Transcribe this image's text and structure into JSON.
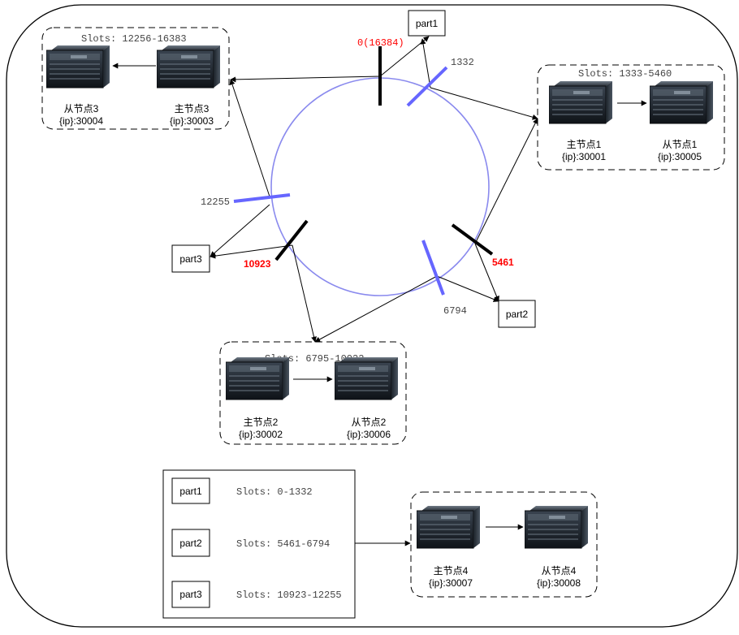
{
  "ring": {
    "boundaries": [
      {
        "id": "b0",
        "label": "0(16384)",
        "color": "#000000",
        "label_color": "#ff0000"
      },
      {
        "id": "b1332",
        "label": "1332",
        "color": "#6666ff",
        "label_color": "#444444"
      },
      {
        "id": "b5461",
        "label": "5461",
        "color": "#000000",
        "label_color": "#ff0000"
      },
      {
        "id": "b6794",
        "label": "6794",
        "color": "#6666ff",
        "label_color": "#444444"
      },
      {
        "id": "b10923",
        "label": "10923",
        "color": "#000000",
        "label_color": "#ff0000"
      },
      {
        "id": "b12255",
        "label": "12255",
        "color": "#6666ff",
        "label_color": "#444444"
      }
    ],
    "ring_color": "#8a8aee"
  },
  "parts": {
    "part1": "part1",
    "part2": "part2",
    "part3": "part3"
  },
  "groups": {
    "g3": {
      "slots": "Slots: 12256-16383",
      "master": {
        "name": "主节点3",
        "addr": "{ip}:30003"
      },
      "slave": {
        "name": "从节点3",
        "addr": "{ip}:30004"
      }
    },
    "g1": {
      "slots": "Slots:  1333-5460",
      "master": {
        "name": "主节点1",
        "addr": "{ip}:30001"
      },
      "slave": {
        "name": "从节点1",
        "addr": "{ip}:30005"
      }
    },
    "g2": {
      "slots": "Slots:  6795-10922",
      "master": {
        "name": "主节点2",
        "addr": "{ip}:30002"
      },
      "slave": {
        "name": "从节点2",
        "addr": "{ip}:30006"
      }
    },
    "g4": {
      "master": {
        "name": "主节点4",
        "addr": "{ip}:30007"
      },
      "slave": {
        "name": "从节点4",
        "addr": "{ip}:30008"
      }
    }
  },
  "legend": [
    {
      "part": "part1",
      "slots": "Slots:  0-1332"
    },
    {
      "part": "part2",
      "slots": "Slots:  5461-6794"
    },
    {
      "part": "part3",
      "slots": "Slots:  10923-12255"
    }
  ]
}
